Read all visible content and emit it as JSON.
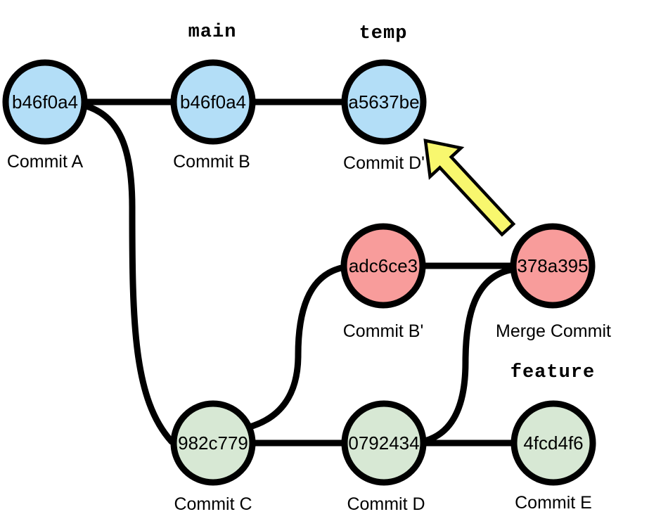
{
  "diagram": {
    "title": "git-commit-graph",
    "edge_color": "#000000",
    "background": "#ffffff",
    "branches": [
      {
        "name": "main"
      },
      {
        "name": "temp"
      },
      {
        "name": "feature"
      }
    ],
    "nodes": [
      {
        "hash": "b46f0a4",
        "label": "Commit A",
        "fill": "#B3DEF7"
      },
      {
        "hash": "b46f0a4",
        "label": "Commit B",
        "fill": "#B3DEF7"
      },
      {
        "hash": "a5637be",
        "label": "Commit D'",
        "fill": "#B3DEF7"
      },
      {
        "hash": "adc6ce3",
        "label": "Commit B'",
        "fill": "#F89C9B"
      },
      {
        "hash": "378a395",
        "label": "Merge Commit",
        "fill": "#F89C9B"
      },
      {
        "hash": "982c779",
        "label": "Commit C",
        "fill": "#D7E8D4"
      },
      {
        "hash": "0792434",
        "label": "Commit D",
        "fill": "#D7E8D4"
      },
      {
        "hash": "4fcd4f6",
        "label": "Commit E",
        "fill": "#D7E8D4"
      }
    ],
    "arrow": {
      "fill": "#F8F76E",
      "outline": "#000000"
    }
  }
}
